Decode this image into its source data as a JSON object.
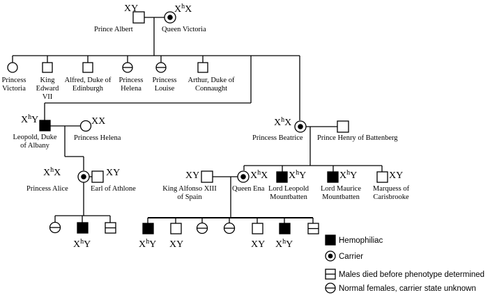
{
  "diagram": {
    "people": {
      "prince_albert": {
        "name": "Prince Albert",
        "genotype": "XY",
        "sex": "male",
        "status": "normal"
      },
      "queen_victoria": {
        "name": "Queen Victoria",
        "genotype": [
          "X",
          "h",
          "X"
        ],
        "sex": "female",
        "status": "carrier"
      },
      "princess_victoria": {
        "name_lines": [
          "Princess",
          "Victoria"
        ],
        "sex": "female",
        "status": "normal"
      },
      "king_edward_vii": {
        "name_lines": [
          "King",
          "Edward",
          "VII"
        ],
        "sex": "male",
        "status": "normal"
      },
      "alfred": {
        "name_lines": [
          "Alfred, Duke of",
          "Edinburgh"
        ],
        "sex": "male",
        "status": "normal"
      },
      "princess_helena_1": {
        "name_lines": [
          "Princess",
          "Helena"
        ],
        "sex": "female",
        "status": "unknown"
      },
      "princess_louise": {
        "name_lines": [
          "Princess",
          "Louise"
        ],
        "sex": "female",
        "status": "unknown"
      },
      "arthur": {
        "name_lines": [
          "Arthur, Duke of",
          "Connaught"
        ],
        "sex": "male",
        "status": "normal"
      },
      "leopold": {
        "name_lines": [
          "Leopold, Duke",
          "of Albany"
        ],
        "genotype": [
          "X",
          "h",
          "Y"
        ],
        "sex": "male",
        "status": "hemophiliac"
      },
      "princess_helena_2": {
        "name": "Princess Helena",
        "genotype": "XX",
        "sex": "female",
        "status": "normal"
      },
      "princess_beatrice": {
        "name": "Princess Beatrice",
        "genotype": [
          "X",
          "h",
          "X"
        ],
        "sex": "female",
        "status": "carrier"
      },
      "prince_henry": {
        "name": "Prince Henry of Battenberg",
        "sex": "male",
        "status": "normal"
      },
      "princess_alice": {
        "name": "Princess Alice",
        "genotype": [
          "X",
          "h",
          "X"
        ],
        "sex": "female",
        "status": "carrier"
      },
      "earl_of_athlone": {
        "name": "Earl of Athlone",
        "genotype": "XY",
        "sex": "male",
        "status": "normal"
      },
      "king_alfonso": {
        "name_lines": [
          "King Alfonso XIII",
          "of Spain"
        ],
        "genotype": "XY",
        "sex": "male",
        "status": "normal"
      },
      "queen_ena": {
        "name": "Queen Ena",
        "genotype": [
          "X",
          "h",
          "X"
        ],
        "sex": "female",
        "status": "carrier"
      },
      "lord_leopold": {
        "name_lines": [
          "Lord Leopold",
          "Mountbatten"
        ],
        "genotype": [
          "X",
          "h",
          "Y"
        ],
        "sex": "male",
        "status": "hemophiliac"
      },
      "lord_maurice": {
        "name_lines": [
          "Lord Maurice",
          "Mountbatten"
        ],
        "genotype": [
          "X",
          "h",
          "Y"
        ],
        "sex": "male",
        "status": "hemophiliac"
      },
      "marquess": {
        "name_lines": [
          "Marquess of",
          "Carisbrooke"
        ],
        "genotype": "XY",
        "sex": "male",
        "status": "normal"
      },
      "athlone_child_1": {
        "sex": "female",
        "status": "unknown"
      },
      "athlone_child_2": {
        "genotype": [
          "X",
          "h",
          "Y"
        ],
        "sex": "male",
        "status": "hemophiliac"
      },
      "athlone_child_3": {
        "sex": "male",
        "status": "died-before-phenotype"
      },
      "spain_child_1": {
        "genotype": [
          "X",
          "h",
          "Y"
        ],
        "sex": "male",
        "status": "hemophiliac"
      },
      "spain_child_2": {
        "genotype": "XY",
        "sex": "male",
        "status": "normal"
      },
      "spain_child_3": {
        "sex": "female",
        "status": "unknown"
      },
      "spain_child_4": {
        "sex": "female",
        "status": "unknown"
      },
      "spain_child_5": {
        "genotype": "XY",
        "sex": "male",
        "status": "normal"
      },
      "spain_child_6": {
        "genotype": [
          "X",
          "h",
          "Y"
        ],
        "sex": "male",
        "status": "hemophiliac"
      },
      "spain_child_7": {
        "sex": "male",
        "status": "died-before-phenotype"
      }
    },
    "legend": {
      "hemophiliac": "Hemophiliac",
      "carrier": "Carrier",
      "died": "Males died before phenotype determined",
      "unknown": "Normal females, carrier state unknown"
    }
  }
}
